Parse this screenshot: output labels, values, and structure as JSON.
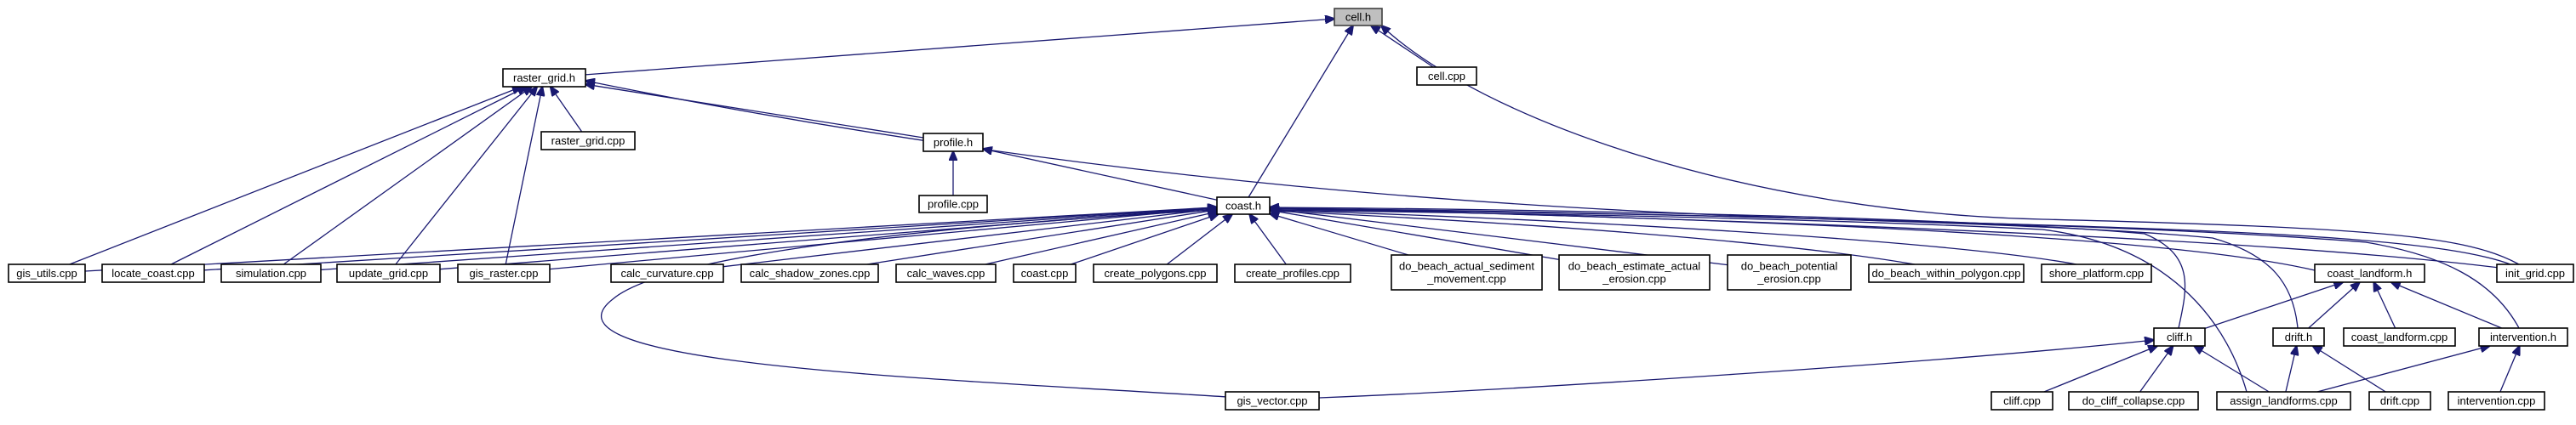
{
  "diagram": {
    "type": "include-dependency-graph",
    "nodes": [
      {
        "id": "cell_h",
        "label": [
          "cell.h"
        ],
        "root": true
      },
      {
        "id": "cell_cpp",
        "label": [
          "cell.cpp"
        ]
      },
      {
        "id": "raster_grid_h",
        "label": [
          "raster_grid.h"
        ]
      },
      {
        "id": "raster_grid_cpp",
        "label": [
          "raster_grid.cpp"
        ]
      },
      {
        "id": "profile_h",
        "label": [
          "profile.h"
        ]
      },
      {
        "id": "profile_cpp",
        "label": [
          "profile.cpp"
        ]
      },
      {
        "id": "coast_h",
        "label": [
          "coast.h"
        ]
      },
      {
        "id": "gis_utils_cpp",
        "label": [
          "gis_utils.cpp"
        ]
      },
      {
        "id": "locate_coast_cpp",
        "label": [
          "locate_coast.cpp"
        ]
      },
      {
        "id": "simulation_cpp",
        "label": [
          "simulation.cpp"
        ]
      },
      {
        "id": "update_grid_cpp",
        "label": [
          "update_grid.cpp"
        ]
      },
      {
        "id": "gis_raster_cpp",
        "label": [
          "gis_raster.cpp"
        ]
      },
      {
        "id": "calc_curvature_cpp",
        "label": [
          "calc_curvature.cpp"
        ]
      },
      {
        "id": "calc_shadow_zones_cpp",
        "label": [
          "calc_shadow_zones.cpp"
        ]
      },
      {
        "id": "calc_waves_cpp",
        "label": [
          "calc_waves.cpp"
        ]
      },
      {
        "id": "coast_cpp",
        "label": [
          "coast.cpp"
        ]
      },
      {
        "id": "create_polygons_cpp",
        "label": [
          "create_polygons.cpp"
        ]
      },
      {
        "id": "create_profiles_cpp",
        "label": [
          "create_profiles.cpp"
        ]
      },
      {
        "id": "do_beach_actual_cpp",
        "label": [
          "do_beach_actual_sediment",
          "_movement.cpp"
        ]
      },
      {
        "id": "do_beach_estimate_cpp",
        "label": [
          "do_beach_estimate_actual",
          "_erosion.cpp"
        ]
      },
      {
        "id": "do_beach_potential_cpp",
        "label": [
          "do_beach_potential",
          "_erosion.cpp"
        ]
      },
      {
        "id": "do_beach_within_cpp",
        "label": [
          "do_beach_within_polygon.cpp"
        ]
      },
      {
        "id": "shore_platform_cpp",
        "label": [
          "shore_platform.cpp"
        ]
      },
      {
        "id": "coast_landform_h",
        "label": [
          "coast_landform.h"
        ]
      },
      {
        "id": "init_grid_cpp",
        "label": [
          "init_grid.cpp"
        ]
      },
      {
        "id": "cliff_h",
        "label": [
          "cliff.h"
        ]
      },
      {
        "id": "drift_h",
        "label": [
          "drift.h"
        ]
      },
      {
        "id": "coast_landform_cpp",
        "label": [
          "coast_landform.cpp"
        ]
      },
      {
        "id": "intervention_h",
        "label": [
          "intervention.h"
        ]
      },
      {
        "id": "gis_vector_cpp",
        "label": [
          "gis_vector.cpp"
        ]
      },
      {
        "id": "cliff_cpp",
        "label": [
          "cliff.cpp"
        ]
      },
      {
        "id": "do_cliff_collapse_cpp",
        "label": [
          "do_cliff_collapse.cpp"
        ]
      },
      {
        "id": "assign_landforms_cpp",
        "label": [
          "assign_landforms.cpp"
        ]
      },
      {
        "id": "drift_cpp",
        "label": [
          "drift.cpp"
        ]
      },
      {
        "id": "intervention_cpp",
        "label": [
          "intervention.cpp"
        ]
      }
    ],
    "edges": [
      {
        "from": "raster_grid_h",
        "to": "cell_h"
      },
      {
        "from": "cell_cpp",
        "to": "cell_h"
      },
      {
        "from": "coast_h",
        "to": "cell_h"
      },
      {
        "from": "init_grid_cpp",
        "to": "cell_h"
      },
      {
        "from": "raster_grid_cpp",
        "to": "raster_grid_h"
      },
      {
        "from": "profile_h",
        "to": "raster_grid_h"
      },
      {
        "from": "gis_utils_cpp",
        "to": "raster_grid_h"
      },
      {
        "from": "locate_coast_cpp",
        "to": "raster_grid_h"
      },
      {
        "from": "simulation_cpp",
        "to": "raster_grid_h"
      },
      {
        "from": "update_grid_cpp",
        "to": "raster_grid_h"
      },
      {
        "from": "gis_raster_cpp",
        "to": "raster_grid_h"
      },
      {
        "from": "init_grid_cpp",
        "to": "raster_grid_h"
      },
      {
        "from": "profile_cpp",
        "to": "profile_h"
      },
      {
        "from": "coast_h",
        "to": "profile_h"
      },
      {
        "from": "gis_utils_cpp",
        "to": "coast_h"
      },
      {
        "from": "locate_coast_cpp",
        "to": "coast_h"
      },
      {
        "from": "simulation_cpp",
        "to": "coast_h"
      },
      {
        "from": "update_grid_cpp",
        "to": "coast_h"
      },
      {
        "from": "gis_raster_cpp",
        "to": "coast_h"
      },
      {
        "from": "calc_curvature_cpp",
        "to": "coast_h"
      },
      {
        "from": "calc_shadow_zones_cpp",
        "to": "coast_h"
      },
      {
        "from": "calc_waves_cpp",
        "to": "coast_h"
      },
      {
        "from": "coast_cpp",
        "to": "coast_h"
      },
      {
        "from": "create_polygons_cpp",
        "to": "coast_h"
      },
      {
        "from": "create_profiles_cpp",
        "to": "coast_h"
      },
      {
        "from": "do_beach_actual_cpp",
        "to": "coast_h"
      },
      {
        "from": "do_beach_estimate_cpp",
        "to": "coast_h"
      },
      {
        "from": "do_beach_potential_cpp",
        "to": "coast_h"
      },
      {
        "from": "do_beach_within_cpp",
        "to": "coast_h"
      },
      {
        "from": "shore_platform_cpp",
        "to": "coast_h"
      },
      {
        "from": "coast_landform_h",
        "to": "coast_h"
      },
      {
        "from": "init_grid_cpp",
        "to": "coast_h"
      },
      {
        "from": "gis_vector_cpp",
        "to": "coast_h"
      },
      {
        "from": "cliff_h",
        "to": "coast_h"
      },
      {
        "from": "drift_h",
        "to": "coast_h"
      },
      {
        "from": "intervention_h",
        "to": "coast_h"
      },
      {
        "from": "assign_landforms_cpp",
        "to": "coast_h"
      },
      {
        "from": "cliff_h",
        "to": "coast_landform_h"
      },
      {
        "from": "drift_h",
        "to": "coast_landform_h"
      },
      {
        "from": "coast_landform_cpp",
        "to": "coast_landform_h"
      },
      {
        "from": "intervention_h",
        "to": "coast_landform_h"
      },
      {
        "from": "gis_vector_cpp",
        "to": "cliff_h"
      },
      {
        "from": "cliff_cpp",
        "to": "cliff_h"
      },
      {
        "from": "do_cliff_collapse_cpp",
        "to": "cliff_h"
      },
      {
        "from": "assign_landforms_cpp",
        "to": "cliff_h"
      },
      {
        "from": "assign_landforms_cpp",
        "to": "drift_h"
      },
      {
        "from": "drift_cpp",
        "to": "drift_h"
      },
      {
        "from": "assign_landforms_cpp",
        "to": "intervention_h"
      },
      {
        "from": "intervention_cpp",
        "to": "intervention_h"
      }
    ]
  }
}
